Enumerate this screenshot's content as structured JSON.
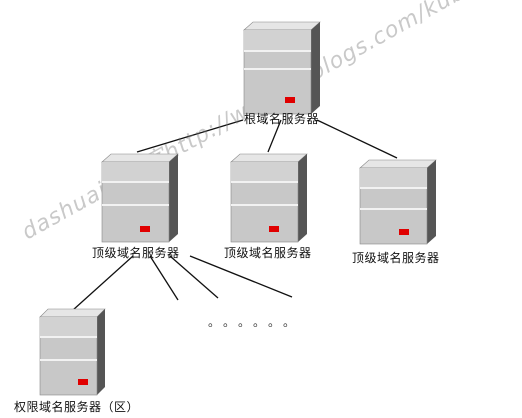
{
  "root": {
    "label": "根域名服务器"
  },
  "tld": [
    {
      "label": "顶级域名服务器"
    },
    {
      "label": "顶级域名服务器"
    },
    {
      "label": "顶级域名服务器"
    }
  ],
  "authoritative": {
    "label": "权限域名服务器（区）"
  },
  "ellipsis": "。。。。。。",
  "watermark": "dashuai的博客http://www.cnblogs.com/kubixuesheng/",
  "colors": {
    "server_body": "#c8c8c8",
    "server_shadow": "#555555",
    "indicator": "#e00000",
    "line": "#111111"
  }
}
